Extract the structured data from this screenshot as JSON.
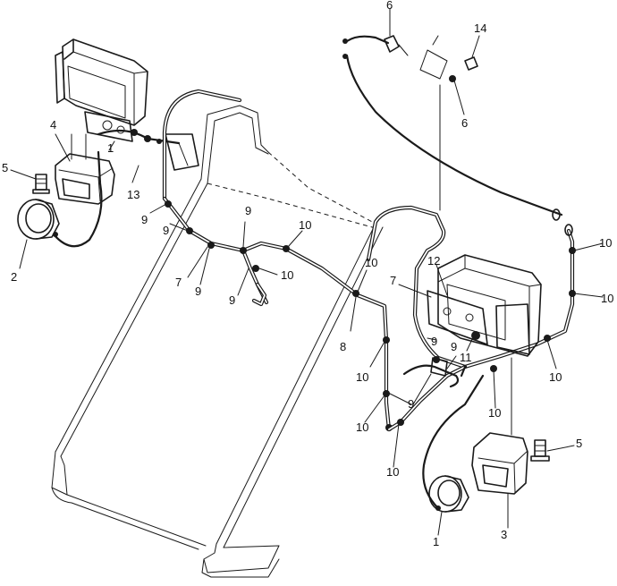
{
  "callouts": [
    {
      "id": "c1a",
      "text": "1"
    },
    {
      "id": "c1b",
      "text": "1"
    },
    {
      "id": "c2",
      "text": "2"
    },
    {
      "id": "c3",
      "text": "3"
    },
    {
      "id": "c4",
      "text": "4"
    },
    {
      "id": "c5a",
      "text": "5"
    },
    {
      "id": "c5b",
      "text": "5"
    },
    {
      "id": "c6a",
      "text": "6"
    },
    {
      "id": "c6b",
      "text": "6"
    },
    {
      "id": "c7a",
      "text": "7"
    },
    {
      "id": "c7b",
      "text": "7"
    },
    {
      "id": "c8",
      "text": "8"
    },
    {
      "id": "c9a",
      "text": "9"
    },
    {
      "id": "c9b",
      "text": "9"
    },
    {
      "id": "c9c",
      "text": "9"
    },
    {
      "id": "c9d",
      "text": "9"
    },
    {
      "id": "c9e",
      "text": "9"
    },
    {
      "id": "c9f",
      "text": "9"
    },
    {
      "id": "c9g",
      "text": "9"
    },
    {
      "id": "c9h",
      "text": "9"
    },
    {
      "id": "c10a",
      "text": "10"
    },
    {
      "id": "c10b",
      "text": "10"
    },
    {
      "id": "c10c",
      "text": "10"
    },
    {
      "id": "c10d",
      "text": "10"
    },
    {
      "id": "c10e",
      "text": "10"
    },
    {
      "id": "c10f",
      "text": "10"
    },
    {
      "id": "c10g",
      "text": "10"
    },
    {
      "id": "c10h",
      "text": "10"
    },
    {
      "id": "c10i",
      "text": "10"
    },
    {
      "id": "c10j",
      "text": "10"
    },
    {
      "id": "c11",
      "text": "11"
    },
    {
      "id": "c12",
      "text": "12"
    },
    {
      "id": "c13",
      "text": "13"
    },
    {
      "id": "c14",
      "text": "14"
    }
  ]
}
